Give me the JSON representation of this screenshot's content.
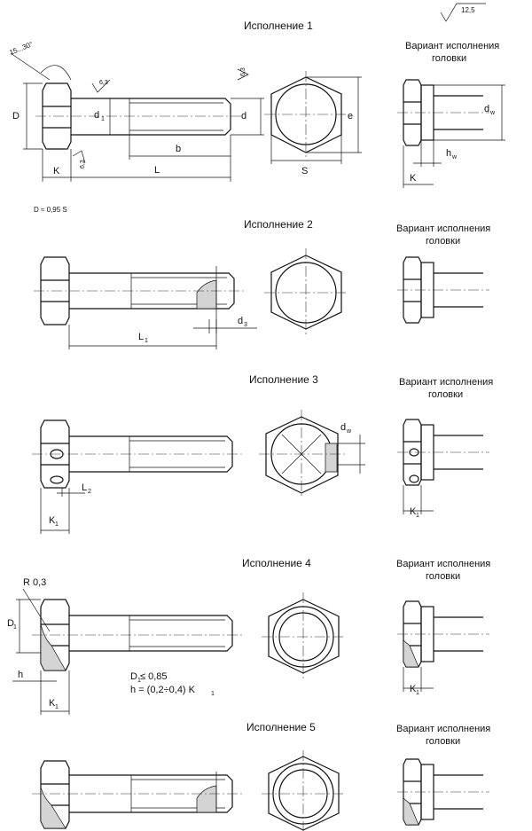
{
  "roughness": "12,5",
  "sections": [
    {
      "title": "Исполнение 1",
      "variant_line1": "Вариант исполнения",
      "variant_line2": "головки"
    },
    {
      "title": "Исполнение 2",
      "variant_line1": "Вариант исполнения",
      "variant_line2": "головки"
    },
    {
      "title": "Исполнение 3",
      "variant_line1": "Вариант исполнения",
      "variant_line2": "головки"
    },
    {
      "title": "Исполнение 4",
      "variant_line1": "Вариант исполнения",
      "variant_line2": "головки"
    },
    {
      "title": "Исполнение 5",
      "variant_line1": "Вариант исполнения",
      "variant_line2": "головки"
    }
  ],
  "labels": {
    "angle": "15...30°",
    "rough63": "6,3",
    "D": "D",
    "d1": "d",
    "d1_sub": "1",
    "d": "d",
    "b": "b",
    "L": "L",
    "K": "K",
    "e": "e",
    "S": "S",
    "dw": "d",
    "dw_sub": "w",
    "hw": "h",
    "hw_sub": "w",
    "note_D": "D ≈ 0,95 S",
    "L1": "L",
    "L1_sub": "1",
    "d3": "d",
    "d3_sub": "3",
    "L2": "L",
    "L2_sub": "2",
    "K1": "K",
    "K1_sub": "1",
    "R": "R 0,3",
    "D1": "D",
    "D1_sub": "1",
    "h": "h",
    "note_D1": "D  ≤ 0,85",
    "note_D1_sub": "1",
    "note_h": "h = (0,2÷0,4) K",
    "note_h_sub": "1"
  }
}
